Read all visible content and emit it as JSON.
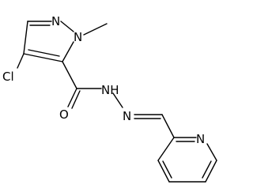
{
  "molecule": {
    "atom_labels": {
      "n_pyrazole_top": "N",
      "n_pyrazole_methyl": "N",
      "methyl": "methyl",
      "chloro": "Cl",
      "carbonyl_o": "O",
      "hydrazide_nh": "NH",
      "imine_n": "N",
      "pyridine_n": "N"
    },
    "colors": {
      "bond": "#000000",
      "label": "#000000",
      "background": "#ffffff"
    }
  }
}
